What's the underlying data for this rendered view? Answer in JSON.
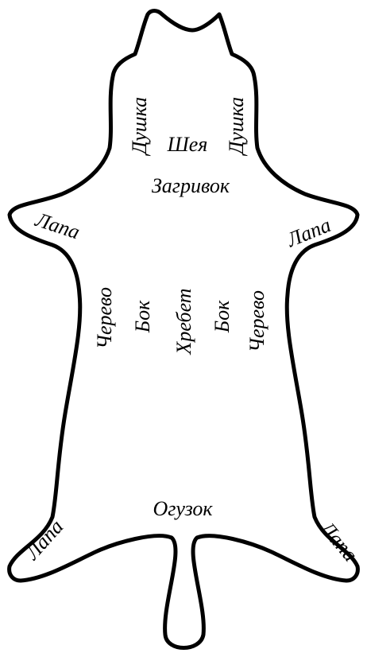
{
  "diagram": {
    "colors": {
      "outline": "#000000",
      "fill": "#ffffff",
      "text": "#000000"
    },
    "labels": {
      "ear_left": "Душка",
      "ear_right": "Душка",
      "neck": "Шея",
      "withers": "Загривок",
      "paw_front_left": "Лапа",
      "paw_front_right": "Лапа",
      "belly_left": "Черево",
      "side_left": "Бок",
      "spine": "Хребет",
      "side_right": "Бок",
      "belly_right": "Черево",
      "rump": "Огузок",
      "paw_hind_left": "Лапа",
      "paw_hind_right": "Лапа"
    }
  }
}
